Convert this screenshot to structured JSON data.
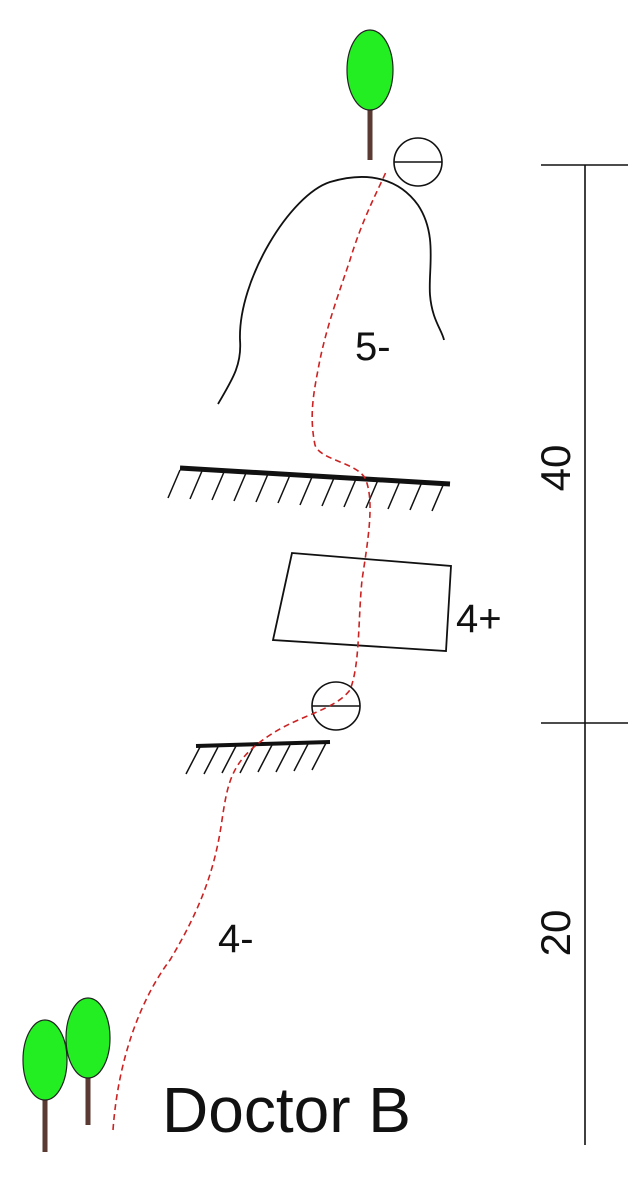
{
  "route": {
    "name": "Doctor B",
    "grades": {
      "upper": "5-",
      "middle": "4+",
      "lower": "4-"
    }
  },
  "scale": {
    "lower_mark": "20",
    "upper_mark": "40"
  },
  "colors": {
    "tree_crown": "#22ee22",
    "tree_trunk": "#5a3a32",
    "route_line": "#cc2222",
    "ink": "#111111"
  }
}
